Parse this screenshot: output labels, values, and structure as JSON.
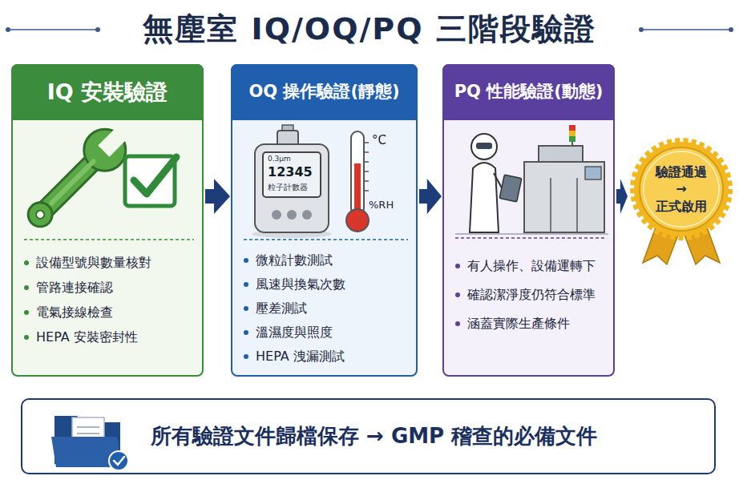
{
  "diagram": {
    "title": "無塵室 IQ/OQ/PQ 三階段驗證",
    "nodes": [
      {
        "text": [
          "IQ 安裝驗證",
          "設備型號與數量核對",
          "管路連接確認",
          "電氣接線檢查",
          "HEPA 安裝密封性"
        ]
      },
      {
        "text": [
          "OQ 操作驗證(靜態)",
          "微粒計數測試",
          "風速與換氣次數",
          "壓差測試",
          "溫濕度與照度",
          "HEPA 洩漏測試"
        ]
      },
      {
        "text": [
          "PQ 性能驗證(動態)",
          "有人操作、設備運轉下",
          "確認潔淨度仍符合標準",
          "涵蓋實際生產條件"
        ]
      },
      {
        "text": [
          "驗證通過 → 正式啟用"
        ]
      },
      {
        "text": [
          "所有驗證文件歸檔保存 → GMP 稽查的必備文件"
        ]
      }
    ],
    "edges": [
      {
        "from": 0,
        "to": 1,
        "arrow": "to"
      },
      {
        "from": 1,
        "to": 2,
        "arrow": "to"
      },
      {
        "from": 2,
        "to": 3,
        "arrow": "to"
      }
    ],
    "labels": [
      "0.3μm",
      "12345",
      "粒子計數器",
      "°C",
      "%RH"
    ]
  }
}
